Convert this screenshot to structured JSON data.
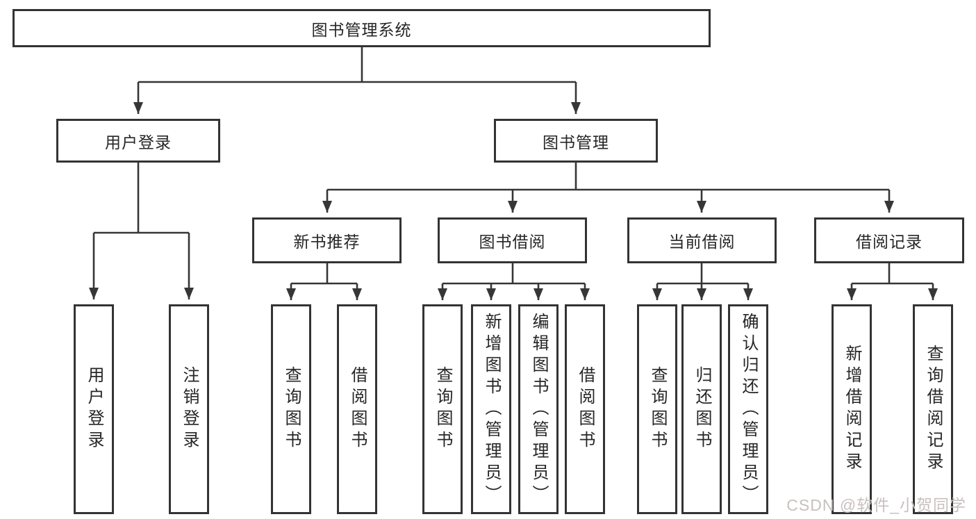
{
  "root": {
    "label": "图书管理系统"
  },
  "branches": [
    {
      "label": "用户登录"
    },
    {
      "label": "图书管理"
    }
  ],
  "sections": [
    {
      "label": "新书推荐"
    },
    {
      "label": "图书借阅"
    },
    {
      "label": "当前借阅"
    },
    {
      "label": "借阅记录"
    }
  ],
  "leaves": [
    {
      "label": "用户登录"
    },
    {
      "label": "注销登录"
    },
    {
      "label": "查询图书"
    },
    {
      "label": "借阅图书"
    },
    {
      "label": "查询图书"
    },
    {
      "label": "新增图书（管理员）"
    },
    {
      "label": "编辑图书（管理员）"
    },
    {
      "label": "借阅图书"
    },
    {
      "label": "查询图书"
    },
    {
      "label": "归还图书"
    },
    {
      "label": "确认归还（管理员）"
    },
    {
      "label": "新增借阅记录"
    },
    {
      "label": "查询借阅记录"
    }
  ],
  "watermark": {
    "text": "CSDN @软件_小贺同学"
  },
  "colors": {
    "line": "#363636",
    "border": "#333333",
    "text": "#262626",
    "watermark": "#c9bfbf",
    "background": "#ffffff"
  }
}
